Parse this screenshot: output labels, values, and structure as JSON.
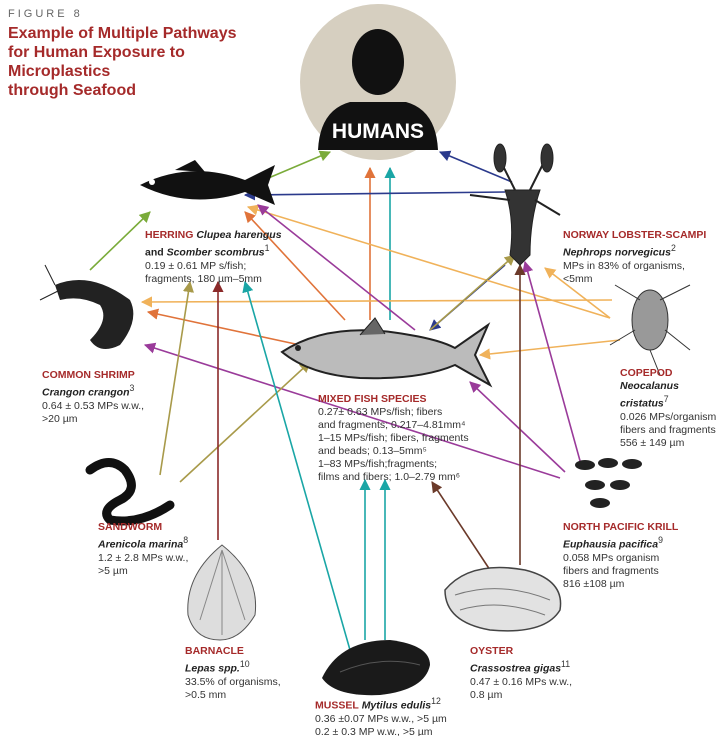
{
  "figure_label": "FIGURE 8",
  "title": [
    "Example of Multiple Pathways",
    "for Human Exposure to Microplastics",
    "through Seafood"
  ],
  "center_label": "HUMANS",
  "colors": {
    "title": "#a52a2a",
    "human_bg": "#d6cfc0",
    "green": "#7aab3a",
    "orange": "#f0b25a",
    "redorange": "#e0733a",
    "teal": "#1aa6a6",
    "navy": "#2b3a8c",
    "purple": "#9a3b9a",
    "olive": "#a89a4a",
    "darkred": "#8b2a2a",
    "brown": "#6b3a2a"
  },
  "species": {
    "herring": {
      "name": "HERRING",
      "sci": "Clupea harengus",
      "and": "and",
      "sci2": "Scomber scombrus",
      "ref": "1",
      "lines": [
        "0.19 ± 0.61 MP s/fish;",
        "fragments, 180 µm–5mm"
      ]
    },
    "lobster": {
      "name": "NORWAY LOBSTER-SCAMPI",
      "sci": "Nephrops norvegicus",
      "ref": "2",
      "lines": [
        "MPs in 83% of organisms,",
        "<5mm"
      ]
    },
    "shrimp": {
      "name": "COMMON SHRIMP",
      "sci": "Crangon crangon",
      "ref": "3",
      "lines": [
        "0.64 ± 0.53 MPs w.w.,",
        ">20 µm"
      ]
    },
    "mixed": {
      "name": "MIXED FISH SPECIES",
      "lines": [
        "0.27± 0.63 MPs/fish; fibers",
        "and fragments; 0.217–4.81mm⁴",
        "1–15 MPs/fish; fibers, fragments",
        "and beads; 0.13–5mm⁵",
        "1–83 MPs/fish;fragments;",
        "films and fibers; 1.0–2.79 mm⁶"
      ]
    },
    "copepod": {
      "name": "COPEPOD",
      "sci": "Neocalanus cristatus",
      "ref": "7",
      "lines": [
        "0.026 MPs/organism",
        "fibers and fragments",
        "556 ± 149 µm"
      ]
    },
    "sandworm": {
      "name": "SANDWORM",
      "sci": "Arenicola marina",
      "ref": "8",
      "lines": [
        "1.2 ± 2.8 MPs w.w.,",
        ">5 µm"
      ]
    },
    "krill": {
      "name": "NORTH PACIFIC KRILL",
      "sci": "Euphausia pacifica",
      "ref": "9",
      "lines": [
        "0.058 MPs organism",
        "fibers and fragments",
        "816 ±108 µm"
      ]
    },
    "barnacle": {
      "name": "BARNACLE",
      "sci": "Lepas spp.",
      "ref": "10",
      "lines": [
        "33.5% of organisms,",
        ">0.5 mm"
      ]
    },
    "oyster": {
      "name": "OYSTER",
      "sci": "Crassostrea gigas",
      "ref": "11",
      "lines": [
        "0.47 ± 0.16 MPs w.w.,",
        "0.8 µm"
      ]
    },
    "mussel": {
      "name": "MUSSEL",
      "sci": "Mytilus edulis",
      "ref": "12",
      "lines": [
        "0.36 ±0.07 MPs w.w., >5 µm",
        "0.2 ± 0.3 MP w.w., >5 µm"
      ]
    }
  }
}
